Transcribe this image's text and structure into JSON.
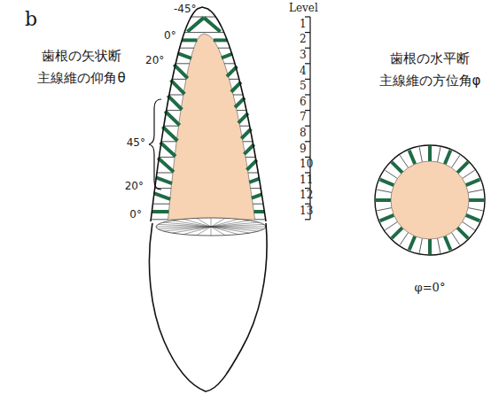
{
  "diagram": {
    "labels": [
      "b",
      "歯根の矢状断",
      "主線維の仰角θ",
      "-45°",
      "0°",
      "20°",
      "45°",
      "20°",
      "0°",
      "Level",
      "1",
      "2",
      "3",
      "4",
      "5",
      "6",
      "7",
      "8",
      "9",
      "10",
      "11",
      "12",
      "13",
      "歯根の水平断",
      "主線維の方位角φ",
      "φ=0°"
    ]
  }
}
